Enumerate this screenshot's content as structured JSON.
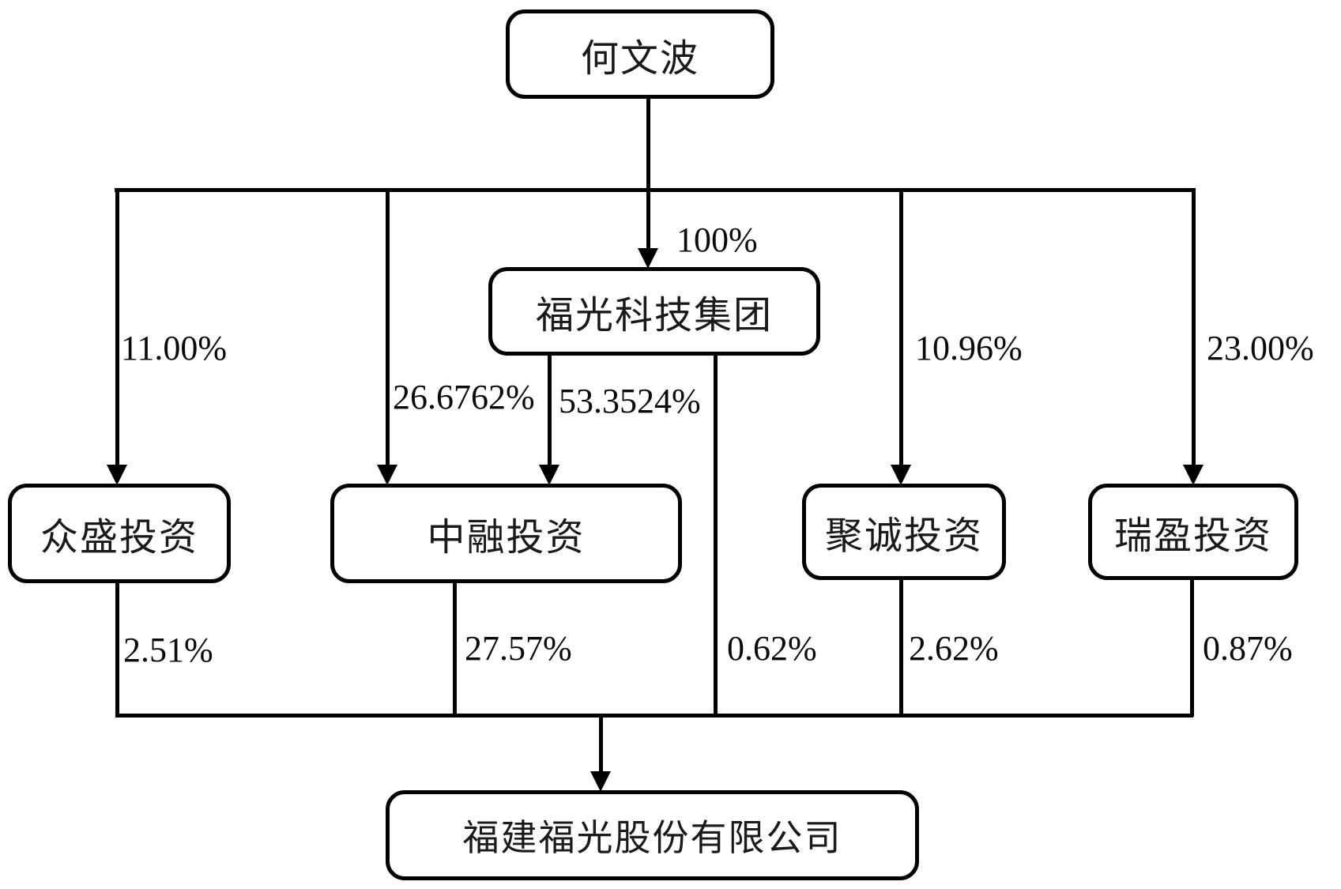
{
  "nodes": {
    "hewenbo": {
      "label": "何文波"
    },
    "fuguang_group": {
      "label": "福光科技集团"
    },
    "zhongsheng": {
      "label": "众盛投资"
    },
    "zhongrong": {
      "label": "中融投资"
    },
    "jucheng": {
      "label": "聚诚投资"
    },
    "ruiying": {
      "label": "瑞盈投资"
    },
    "fujian_fuguang": {
      "label": "福建福光股份有限公司"
    }
  },
  "edges": {
    "hewenbo_to_fuguang_group": {
      "from": "何文波",
      "to": "福光科技集团",
      "label": "100%"
    },
    "hewenbo_to_zhongsheng": {
      "from": "何文波",
      "to": "众盛投资",
      "label": "11.00%"
    },
    "hewenbo_to_zhongrong": {
      "from": "何文波",
      "to": "中融投资",
      "label": "26.6762%"
    },
    "fuguang_group_to_zhongrong": {
      "from": "福光科技集团",
      "to": "中融投资",
      "label": "53.3524%"
    },
    "hewenbo_to_jucheng": {
      "from": "何文波",
      "to": "聚诚投资",
      "label": "10.96%"
    },
    "hewenbo_to_ruiying": {
      "from": "何文波",
      "to": "瑞盈投资",
      "label": "23.00%"
    },
    "zhongsheng_to_fujian": {
      "from": "众盛投资",
      "to": "福建福光股份有限公司",
      "label": "2.51%"
    },
    "zhongrong_to_fujian": {
      "from": "中融投资",
      "to": "福建福光股份有限公司",
      "label": "27.57%"
    },
    "fuguang_group_to_fujian": {
      "from": "福光科技集团",
      "to": "福建福光股份有限公司",
      "label": "0.62%"
    },
    "jucheng_to_fujian": {
      "from": "聚诚投资",
      "to": "福建福光股份有限公司",
      "label": "2.62%"
    },
    "ruiying_to_fujian": {
      "from": "瑞盈投资",
      "to": "福建福光股份有限公司",
      "label": "0.87%"
    }
  },
  "colors": {
    "line": "#000000",
    "node_border": "#000000",
    "text": "#0a0a0a",
    "background": "#ffffff"
  }
}
